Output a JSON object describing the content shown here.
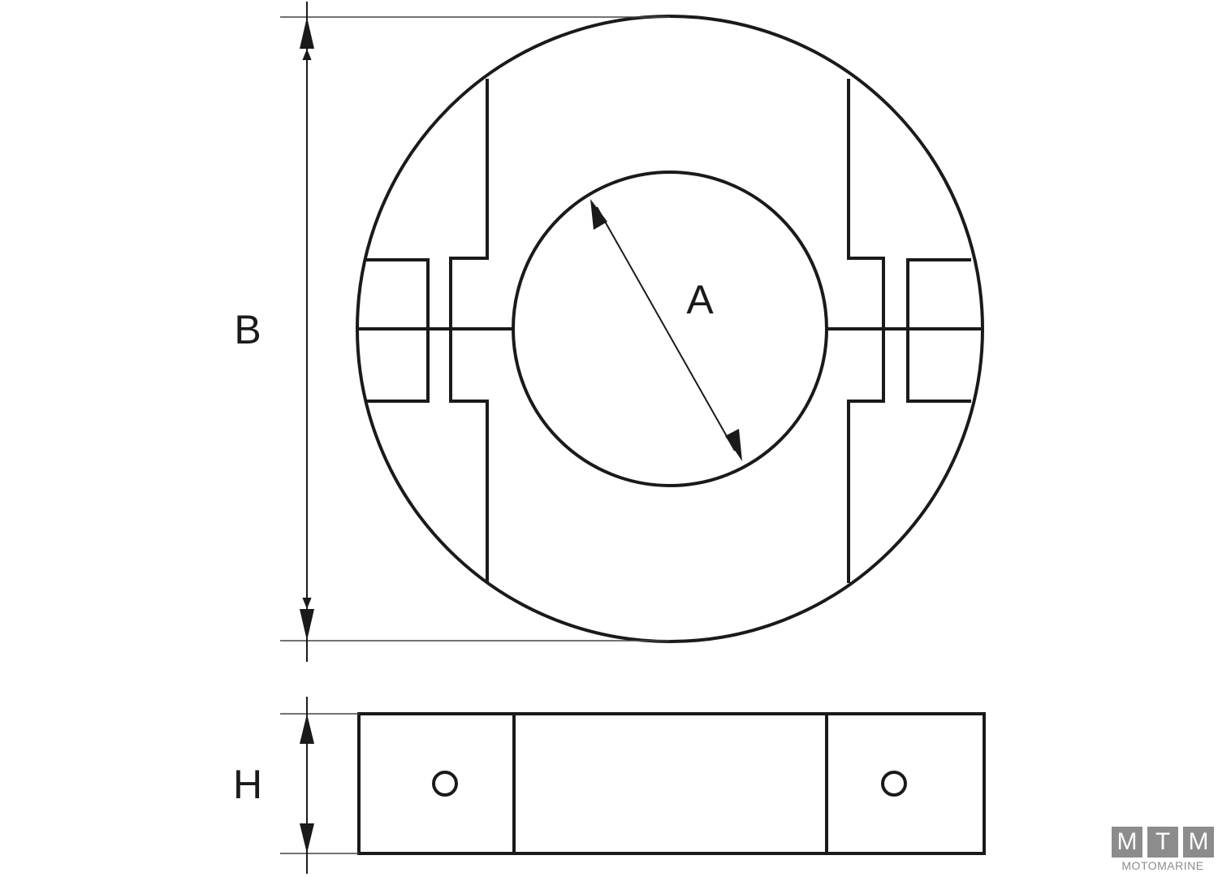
{
  "diagram": {
    "labels": {
      "inner_diameter": "A",
      "outer_diameter": "B",
      "height": "H"
    }
  },
  "logo": {
    "letters": [
      "M",
      "T",
      "M"
    ],
    "subtitle": "MOTOMARINE",
    "color": "#8c8c8c"
  }
}
